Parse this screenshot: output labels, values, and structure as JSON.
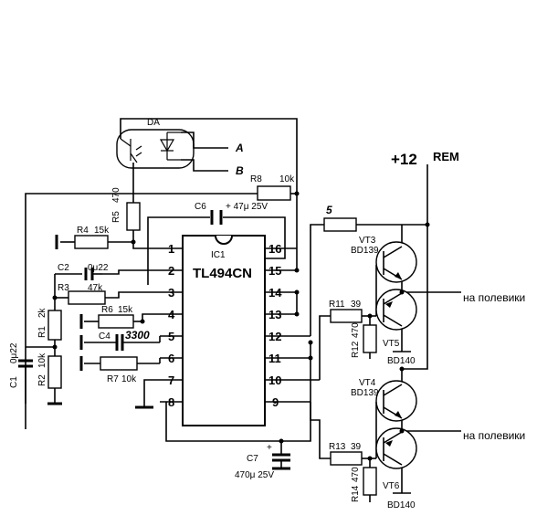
{
  "ic": {
    "ref": "IC1",
    "name": "TL494CN",
    "pins_left": [
      "1",
      "2",
      "3",
      "4",
      "5",
      "6",
      "7",
      "8"
    ],
    "pins_right": [
      "16",
      "15",
      "14",
      "13",
      "12",
      "11",
      "10",
      "9"
    ]
  },
  "optocoupler": {
    "ref": "DA",
    "in_a": "A",
    "in_b": "B"
  },
  "power": {
    "supply": "+12",
    "rem": "REM"
  },
  "resistors": {
    "r1": {
      "ref": "R1",
      "value": "2k"
    },
    "r2": {
      "ref": "R2",
      "value": "10k"
    },
    "r3": {
      "ref": "R3",
      "value": "47k"
    },
    "r4": {
      "ref": "R4",
      "value": "15k"
    },
    "r5": {
      "ref": "R5",
      "value": "470"
    },
    "r6": {
      "ref": "R6",
      "value": "15k"
    },
    "r7": {
      "ref": "R7",
      "value": "10k"
    },
    "r8": {
      "ref": "R8",
      "value": "10k"
    },
    "r_gate": {
      "value": "5"
    },
    "r11": {
      "ref": "R11",
      "value": "39"
    },
    "r12": {
      "ref": "R12",
      "value": "470"
    },
    "r13": {
      "ref": "R13",
      "value": "39"
    },
    "r14": {
      "ref": "R14",
      "value": "470"
    }
  },
  "capacitors": {
    "c1": {
      "ref": "C1",
      "value": "0μ22"
    },
    "c2": {
      "ref": "C2",
      "value": "0μ22"
    },
    "c4": {
      "ref": "C4",
      "value": "3300"
    },
    "c6": {
      "ref": "C6",
      "value": "+ 47μ 25V"
    },
    "c7": {
      "ref": "C7",
      "value": "470μ 25V"
    }
  },
  "transistors": {
    "vt3": {
      "ref": "VT3",
      "type": "BD139"
    },
    "vt4": {
      "ref": "VT4",
      "type": "BD139"
    },
    "vt5": {
      "ref": "VT5",
      "type": "BD140"
    },
    "vt6": {
      "ref": "VT6",
      "type": "BD140"
    }
  },
  "outputs": {
    "top": "на полевики",
    "bottom": "на полевики"
  }
}
